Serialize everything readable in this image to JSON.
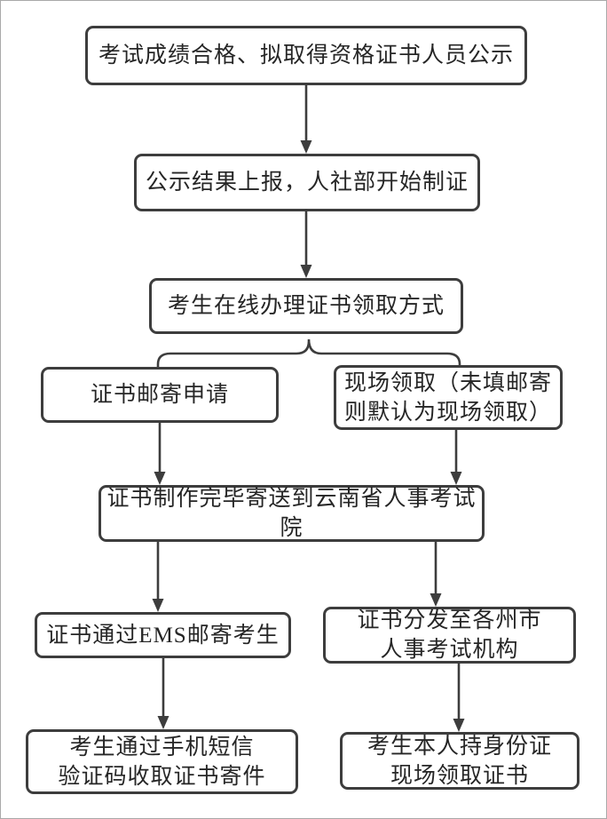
{
  "page": {
    "background": "#ffffff",
    "frame_border_color": "#a9a9a9",
    "box_border_color": "#3d3d3d",
    "line_color": "#3d3d3d",
    "text_color": "#262626"
  },
  "flowchart": {
    "nodes": [
      {
        "id": "publicity",
        "label": "考试成绩合格、拟取得资格证书人员公示"
      },
      {
        "id": "report-make-cert",
        "label": "公示结果上报，人社部开始制证"
      },
      {
        "id": "choose-method",
        "label": "考生在线办理证书领取方式"
      },
      {
        "id": "mail-apply",
        "label": "证书邮寄申请"
      },
      {
        "id": "onsite-default",
        "label": "现场领取（未填邮寄\n则默认为现场领取）"
      },
      {
        "id": "sent-to-institute",
        "label": "证书制作完毕寄送到云南省人事考试院"
      },
      {
        "id": "ems-to-candidate",
        "label": "证书通过EMS邮寄考生"
      },
      {
        "id": "distribute-city",
        "label": "证书分发至各州市\n人事考试机构"
      },
      {
        "id": "sms-receive",
        "label": "考生通过手机短信\n验证码收取证书寄件"
      },
      {
        "id": "id-card-pickup",
        "label": "考生本人持身份证\n现场领取证书"
      }
    ],
    "edges": [
      {
        "from": "publicity",
        "to": "report-make-cert"
      },
      {
        "from": "report-make-cert",
        "to": "choose-method"
      },
      {
        "from": "choose-method",
        "to": "mail-apply"
      },
      {
        "from": "choose-method",
        "to": "onsite-default"
      },
      {
        "from": "mail-apply",
        "to": "sent-to-institute"
      },
      {
        "from": "onsite-default",
        "to": "sent-to-institute"
      },
      {
        "from": "sent-to-institute",
        "to": "ems-to-candidate"
      },
      {
        "from": "sent-to-institute",
        "to": "distribute-city"
      },
      {
        "from": "ems-to-candidate",
        "to": "sms-receive"
      },
      {
        "from": "distribute-city",
        "to": "id-card-pickup"
      }
    ]
  }
}
